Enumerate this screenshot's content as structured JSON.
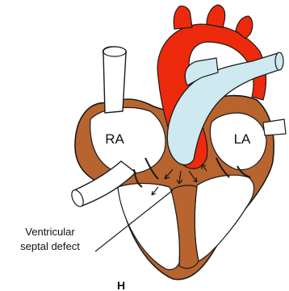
{
  "labels": {
    "ra": "RA",
    "la": "LA",
    "callout_line1": "Ventricular",
    "callout_line2": "septal defect",
    "panel": "H"
  },
  "colors": {
    "myocardium": "#b8642f",
    "chamber": "#ffffff",
    "aorta": "#ee2a0c",
    "pulmonary": "#cfe9f1",
    "vena_cava": "#ffffff",
    "outline": "#1a1a1a"
  }
}
